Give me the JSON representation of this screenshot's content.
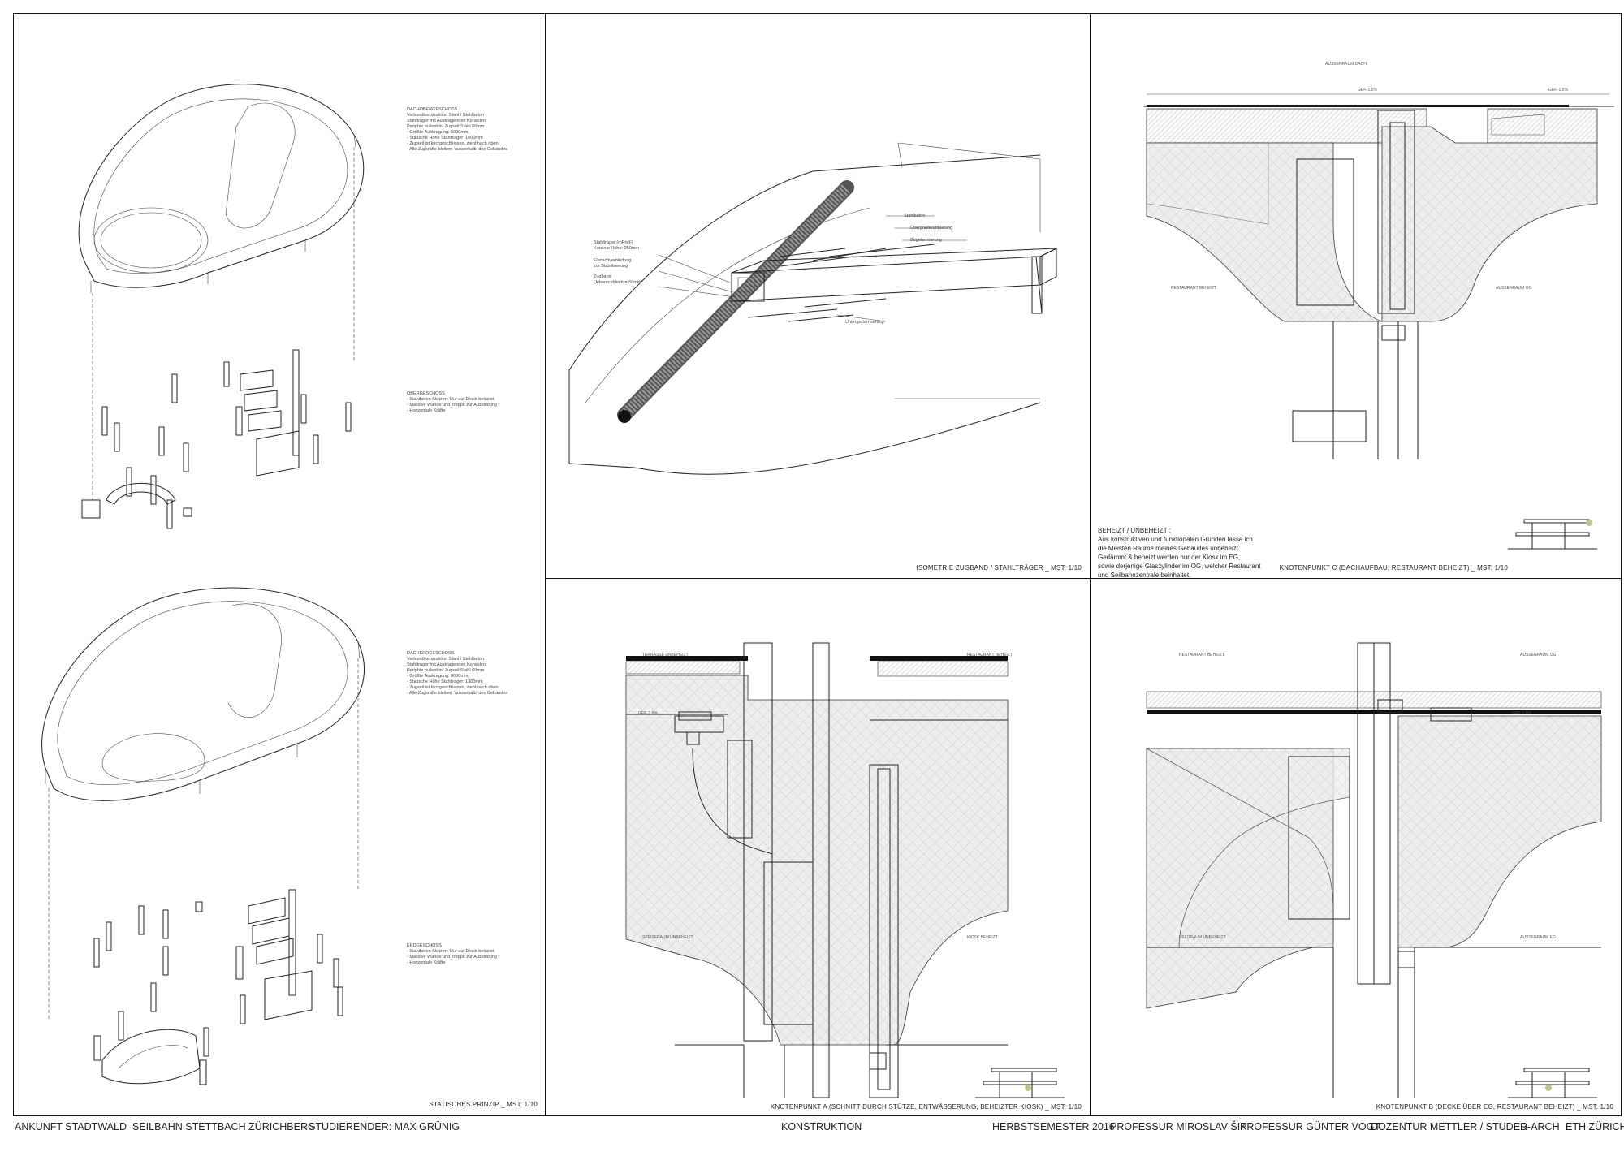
{
  "panels": {
    "static": {
      "caption": "STATISCHES PRINZIP _ MST: 1/10",
      "notes": [
        "DACHOBERGESCHOSS\nVerbundkonstruktion Stahl / Stahlbeton\nStahlträger mit Auskragenden Konsolen\nPeriphie bullenbin, Zugseil Stahl 60mm\n- Größte Auskragung: 5000mm\n- Statische Höhe Stahlträger: 1000mm\n- Zugseil ist kurzgeschlossen, zieht nach oben\n- Alle Zugkräfte bleiben 'ausserhalb' des Gebäudes",
        "OBERGESCHOSS\n- Stahlbeton Stützen: Nur auf Druck belastet\n- Massive Wände und Treppe zur Aussteifung\n- Horizontale Kräfte",
        "DACHERDGESCHOSS\nVerbundkonstruktion Stahl / Stahlbeton\nStahlträger mit Auskragenden Konsolen\nPeriphie bullenbin, Zugseil Stahl 60mm\n- Größte Auskragung: 9000mm\n- Statische Höhe Stahlträger: 1300mm\n- Zugseil ist kurzgeschlossen, zieht nach oben\n- Alle Zugkräfte bleiben 'ausserhalb' des Gebäudes",
        "ERDGESCHOSS\n- Stahlbeton Stützen: Nur auf Druck belastet\n- Massive Wände und Treppe zur Aussteifung\n- Horizontale Kräfte"
      ]
    },
    "iso": {
      "caption": "ISOMETRIE ZUGBAND / STAHLTRÄGER _ MST: 1/10",
      "labels": [
        "Stahlträger (mPreF)\nKonsole Höhe: 250mm",
        "Flanschverbindung\nzur Stabilisierung",
        "Zugband\nUebereckblech ø 60mm",
        "Stahlbeton",
        "Übergreiferarmierung",
        "Bügelarmierung",
        "Untergurtarmierung"
      ]
    },
    "knotC": {
      "caption": "KNOTENPUNKT C (DACHAUFBAU, RESTAURANT BEHEIZT) _ MST: 1/10",
      "tags": [
        "AUSSENRAUM DACH",
        "RESTAURANT BEHEIZT",
        "AUSSENRAUM OG",
        "Gef. 1.5%",
        "Gef. 1.5%"
      ],
      "title": "BEHEIZT / UNBEHEIZT :",
      "body": "Aus konstruktiven und funktionalen Gründen lasse ich\ndie Meisten Räume meines Gebäudes unbeheizt.\nGedämmt & beheizt werden nur der Kiosk im EG,\nsowie derjenige Glaszylinder im OG, welcher Restaurant\nund Seilbahnzentrale beinhaltet."
    },
    "knotA": {
      "caption": "KNOTENPUNKT A (SCHNITT DURCH STÜTZE, ENTWÄSSERUNG, BEHEIZTER KIOSK) _ MST: 1/10",
      "tags": [
        "TERRASSE UNBEHEIZT",
        "RESTAURANT BEHEIZT",
        "SPEISERAUM UNBEHEIZT",
        "KIOSK BEHEIZT",
        "Gef. 1.5%"
      ]
    },
    "knotB": {
      "caption": "KNOTENPUNKT B (DECKE ÜBER EG, RESTAURANT BEHEIZT) _ MST: 1/10",
      "tags": [
        "RESTAURANT BEHEIZT",
        "AUSSENRAUM OG",
        "VELORAUM UNBEHEIZT",
        "AUSSENRAUM EG",
        "Gef. 1.5%"
      ]
    }
  },
  "footer": {
    "left": [
      "ANKUNFT STADTWALD",
      "SEILBAHN STETTBACH ZÜRICHBERG",
      "STUDIERENDER: MAX GRÜNIG"
    ],
    "center": "KONSTRUKTION",
    "right": [
      "HERBSTSEMESTER 2016",
      "PROFESSUR MIROSLAV ŠIK",
      "PROFESSUR GÜNTER VOGT",
      "DOZENTUR METTLER / STUDER",
      "D-ARCH",
      "ETH ZÜRICH"
    ]
  }
}
